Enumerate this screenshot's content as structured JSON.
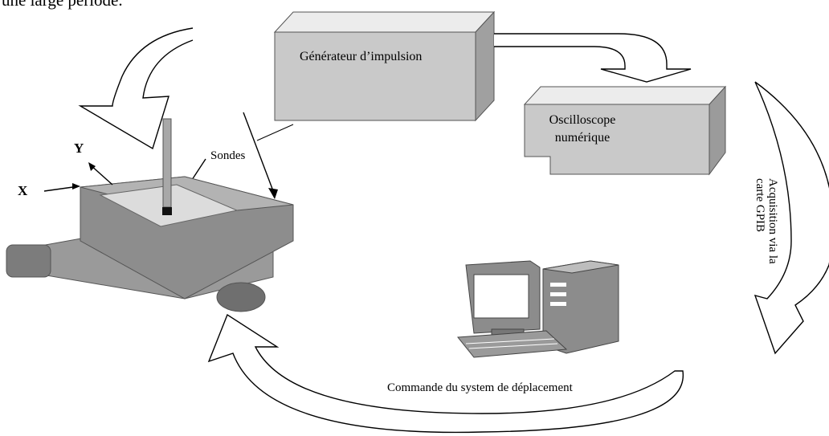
{
  "top_text": {
    "line1": "",
    "line2": "une large période."
  },
  "labels": {
    "generateur": "Générateur d’impulsion",
    "oscilloscope_line1": "Oscilloscope",
    "oscilloscope_line2": "numérique",
    "sondes": "Sondes",
    "axis_x": "X",
    "axis_y": "Y",
    "commande": "Commande du system de déplacement",
    "acquisition_line1": "Acquisition via la",
    "acquisition_line2": "carte GPIB"
  },
  "colors": {
    "box_front": "#c9c9c9",
    "box_top": "#ececec",
    "box_side": "#9b9b9b",
    "table": "#8a8a8a"
  }
}
